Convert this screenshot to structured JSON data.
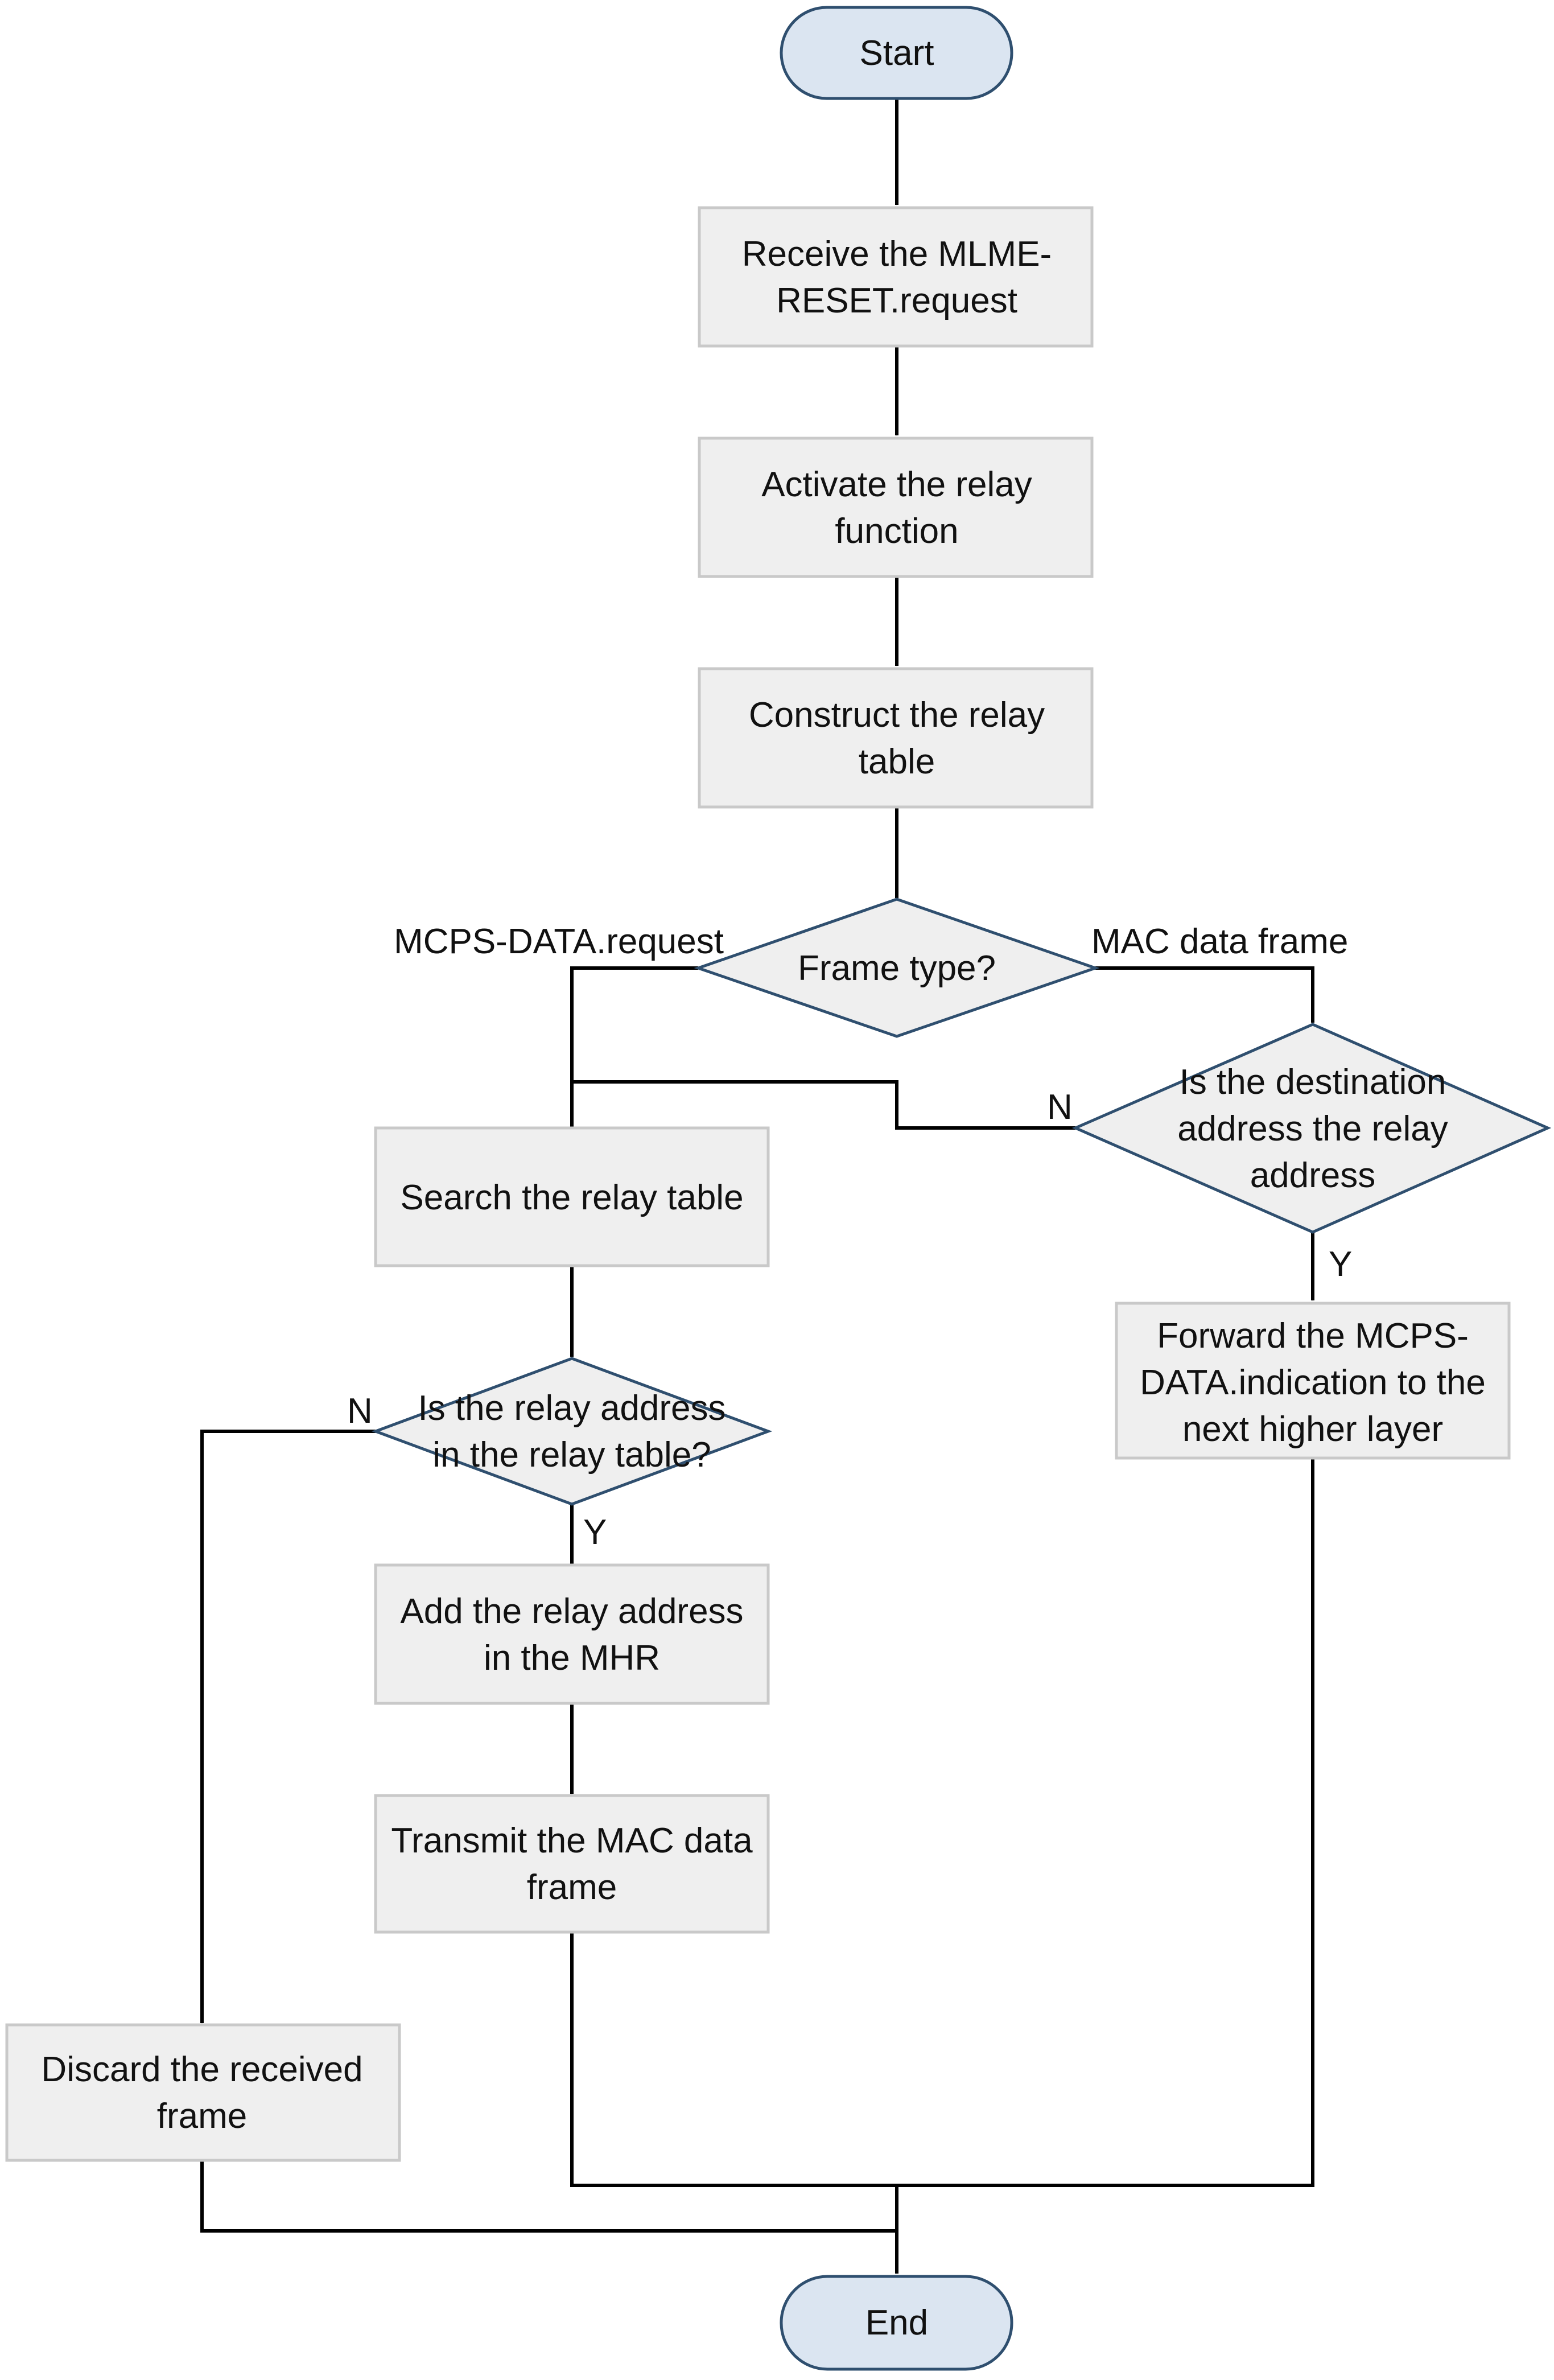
{
  "nodes": {
    "start": {
      "lines": [
        "Start"
      ]
    },
    "receive_reset": {
      "lines": [
        "Receive the MLME-",
        "RESET.request"
      ]
    },
    "activate_relay": {
      "lines": [
        "Activate the relay",
        "function"
      ]
    },
    "construct_table": {
      "lines": [
        "Construct the relay",
        "table"
      ]
    },
    "frame_type": {
      "lines": [
        "Frame type?"
      ]
    },
    "dest_is_relay": {
      "lines": [
        "Is the destination",
        "address the relay",
        "address"
      ]
    },
    "search_table": {
      "lines": [
        "Search the relay table"
      ]
    },
    "forward_indication": {
      "lines": [
        "Forward the MCPS-",
        "DATA.indication to the",
        "next higher layer"
      ]
    },
    "relay_in_table": {
      "lines": [
        "Is the relay address",
        "in the relay table?"
      ]
    },
    "add_relay_mhr": {
      "lines": [
        "Add the relay address",
        "in the MHR"
      ]
    },
    "transmit_frame": {
      "lines": [
        "Transmit the MAC data",
        "frame"
      ]
    },
    "discard_frame": {
      "lines": [
        "Discard the received",
        "frame"
      ]
    },
    "end": {
      "lines": [
        "End"
      ]
    }
  },
  "edges": {
    "mcps_request": "MCPS-DATA.request",
    "mac_data_frame": "MAC data frame",
    "dest_no": "N",
    "dest_yes": "Y",
    "table_no": "N",
    "table_yes": "Y"
  },
  "colors": {
    "terminator_fill": "#dbe5f1",
    "terminator_stroke": "#2f4f6f",
    "process_fill": "#efefef",
    "process_stroke": "#c9c9c9",
    "decision_stroke": "#2f4f6f",
    "line": "#000000"
  }
}
